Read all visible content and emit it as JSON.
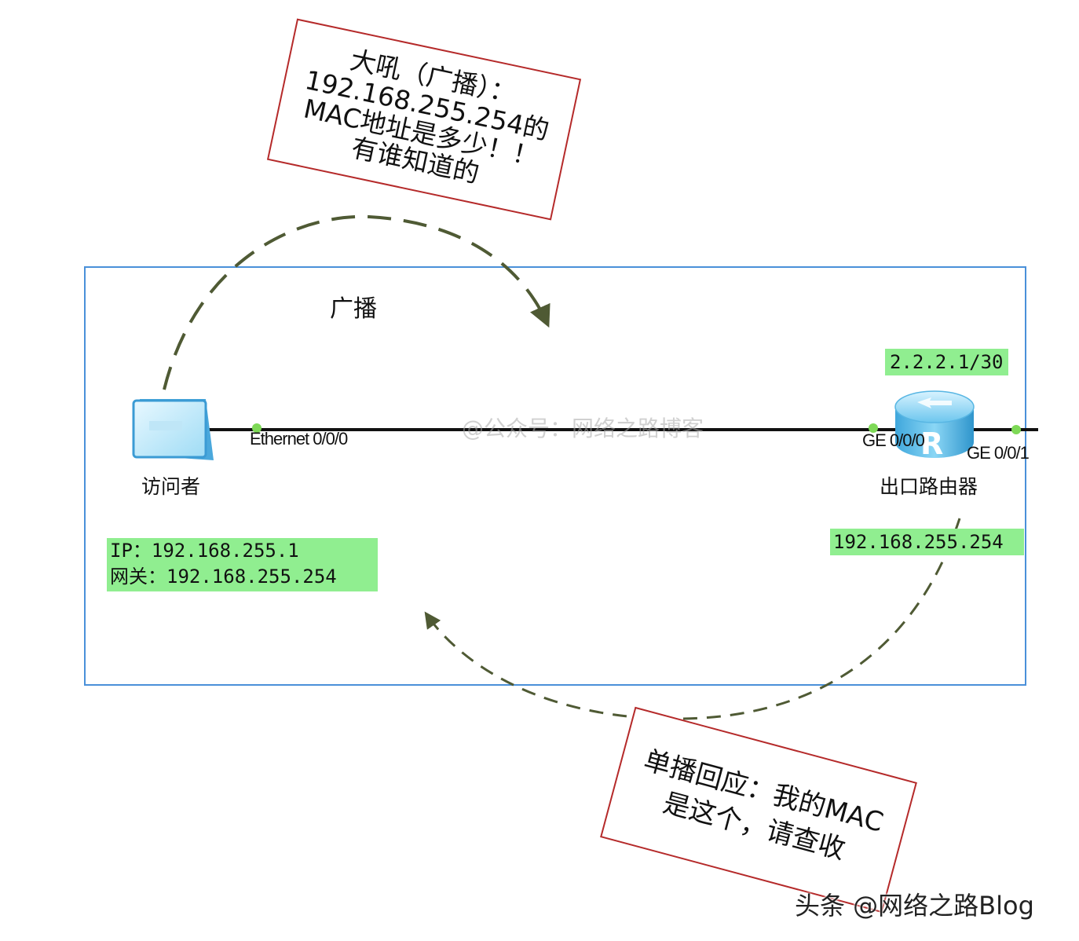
{
  "broadcast_note": {
    "lines": [
      "大吼（广播）：",
      "192.168.255.254的",
      "MAC地址是多少！！",
      "有谁知道的"
    ]
  },
  "unicast_note": {
    "lines": [
      "单播回应：我的MAC",
      "是这个，请查收"
    ]
  },
  "broadcast_label": "广播",
  "visitor": {
    "name": "访问者",
    "port": "Ethernet 0/0/0",
    "ip_line": "IP：192.168.255.1",
    "gw_line": "网关：192.168.255.254"
  },
  "router": {
    "name": "出口路由器",
    "port_lan": "GE 0/0/0",
    "port_wan": "GE 0/0/1",
    "wan_ip": "2.2.2.1/30",
    "lan_ip": "192.168.255.254"
  },
  "watermark_center": "@公众号：网络之路博客",
  "watermark_corner": "头条 @网络之路Blog",
  "colors": {
    "lan_box": "#4a90d9",
    "note_border": "#b52a2a",
    "arrow": "#4f5a34",
    "label_bg": "#90ee90",
    "port_dot": "#7ed957"
  },
  "icons": {
    "visitor": "pc-terminal-icon",
    "router": "router-icon"
  }
}
